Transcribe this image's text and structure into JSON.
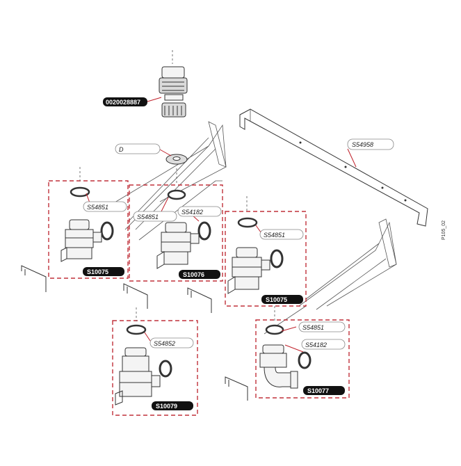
{
  "drawing": {
    "side_code": "P105_02",
    "callouts": {
      "nut": "0020028887",
      "ring_d": "D",
      "bracket": "S54958",
      "seal_a1": "S54851",
      "seal_b1": "S54851",
      "oring_b": "S54182",
      "seal_c1": "S54851",
      "seal_d1": "S54852",
      "seal_e1": "S54851",
      "oring_e": "S54182"
    },
    "kits": {
      "a": "S10075",
      "b": "S10076",
      "c": "S10075",
      "d": "S10079",
      "e": "S10077"
    }
  }
}
